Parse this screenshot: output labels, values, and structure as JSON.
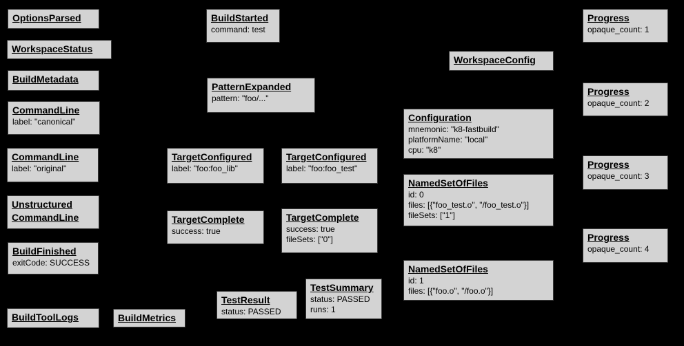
{
  "diagram": {
    "background_color": "#000000",
    "node_fill_color": "#d3d3d3",
    "node_border_color": "#3a3a3a",
    "node_text_color": "#000000"
  },
  "boxes": [
    {
      "title_lines": [
        "OptionsParsed"
      ],
      "body_lines": []
    },
    {
      "title_lines": [
        "WorkspaceStatus"
      ],
      "body_lines": []
    },
    {
      "title_lines": [
        "BuildMetadata"
      ],
      "body_lines": []
    },
    {
      "title_lines": [
        "CommandLine"
      ],
      "body_lines": [
        "label: \"canonical\""
      ]
    },
    {
      "title_lines": [
        "CommandLine"
      ],
      "body_lines": [
        "label: \"original\""
      ]
    },
    {
      "title_lines": [
        "Unstructured",
        "CommandLine"
      ],
      "body_lines": []
    },
    {
      "title_lines": [
        "BuildFinished"
      ],
      "body_lines": [
        "exitCode: SUCCESS"
      ]
    },
    {
      "title_lines": [
        "BuildToolLogs"
      ],
      "body_lines": []
    },
    {
      "title_lines": [
        "BuildMetrics"
      ],
      "body_lines": []
    },
    {
      "title_lines": [
        "BuildStarted"
      ],
      "body_lines": [
        "command: test"
      ]
    },
    {
      "title_lines": [
        "PatternExpanded"
      ],
      "body_lines": [
        "pattern: \"foo/...\""
      ]
    },
    {
      "title_lines": [
        "TargetConfigured"
      ],
      "body_lines": [
        "label: \"foo:foo_lib\""
      ]
    },
    {
      "title_lines": [
        "TargetConfigured"
      ],
      "body_lines": [
        "label: \"foo:foo_test\""
      ]
    },
    {
      "title_lines": [
        "TargetComplete"
      ],
      "body_lines": [
        "success: true"
      ]
    },
    {
      "title_lines": [
        "TargetComplete"
      ],
      "body_lines": [
        "success: true",
        "fileSets: [\"0\"]"
      ]
    },
    {
      "title_lines": [
        "TestResult"
      ],
      "body_lines": [
        "status: PASSED"
      ]
    },
    {
      "title_lines": [
        "TestSummary"
      ],
      "body_lines": [
        "status: PASSED",
        "runs: 1"
      ]
    },
    {
      "title_lines": [
        "WorkspaceConfig"
      ],
      "body_lines": []
    },
    {
      "title_lines": [
        "Configuration"
      ],
      "body_lines": [
        "mnemonic: \"k8-fastbuild\"",
        "platformName: \"local\"",
        "cpu: \"k8\""
      ]
    },
    {
      "title_lines": [
        "NamedSetOfFiles"
      ],
      "body_lines": [
        "id: 0",
        "files: [{\"foo_test.o\", \"/foo_test.o\"}]",
        "fileSets: [\"1\"]"
      ]
    },
    {
      "title_lines": [
        "NamedSetOfFiles"
      ],
      "body_lines": [
        "id: 1",
        "files: [{\"foo.o\", \"/foo.o\"}]"
      ]
    },
    {
      "title_lines": [
        "Progress"
      ],
      "body_lines": [
        "opaque_count: 1"
      ]
    },
    {
      "title_lines": [
        "Progress"
      ],
      "body_lines": [
        "opaque_count: 2"
      ]
    },
    {
      "title_lines": [
        "Progress"
      ],
      "body_lines": [
        "opaque_count: 3"
      ]
    },
    {
      "title_lines": [
        "Progress"
      ],
      "body_lines": [
        "opaque_count: 4"
      ]
    }
  ]
}
